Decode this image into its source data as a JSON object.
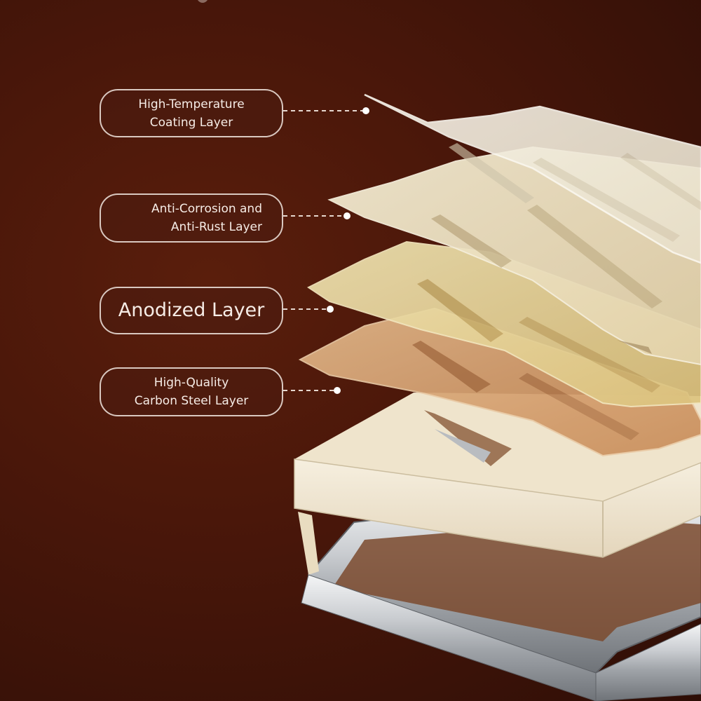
{
  "labels": [
    {
      "id": "high-temperature-coating",
      "lines": [
        "High-Temperature",
        "Coating Layer"
      ]
    },
    {
      "id": "anti-corrosion",
      "lines": [
        "Anti-Corrosion and",
        "Anti-Rust Layer"
      ]
    },
    {
      "id": "anodized",
      "lines": [
        "Anodized Layer"
      ]
    },
    {
      "id": "carbon-steel",
      "lines": [
        "High-Quality",
        "Carbon Steel Layer"
      ]
    }
  ],
  "colors": {
    "background": "#4a170a",
    "pill_border": "#d9c8c0",
    "pill_text": "#f6ece6",
    "layer_1": "#efe9da",
    "layer_2": "#ede3c6",
    "layer_3": "#e9d9a2",
    "layer_4": "#d9a878",
    "tray": "#f0e6d2",
    "steel": "#b9bcc0"
  },
  "icons": [
    "connector-dot-icon"
  ]
}
